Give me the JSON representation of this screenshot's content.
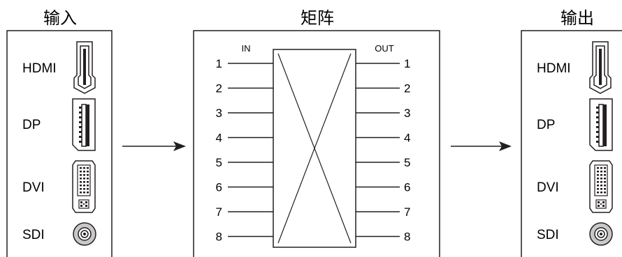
{
  "sections": {
    "input": {
      "title": "输入",
      "ports": [
        "HDMI",
        "DP",
        "DVI",
        "SDI"
      ]
    },
    "matrix": {
      "title": "矩阵",
      "in_label": "IN",
      "out_label": "OUT",
      "inputs": [
        "1",
        "2",
        "3",
        "4",
        "5",
        "6",
        "7",
        "8"
      ],
      "outputs": [
        "1",
        "2",
        "3",
        "4",
        "5",
        "6",
        "7",
        "8"
      ]
    },
    "output": {
      "title": "输出",
      "ports": [
        "HDMI",
        "DP",
        "DVI",
        "SDI"
      ]
    }
  },
  "colors": {
    "line": "#231f20",
    "background": "#ffffff",
    "coax_fill": "#c8c8c8"
  },
  "icons": [
    "hdmi-connector-icon",
    "displayport-connector-icon",
    "dvi-connector-icon",
    "sdi-bnc-connector-icon",
    "arrow-right-icon"
  ]
}
